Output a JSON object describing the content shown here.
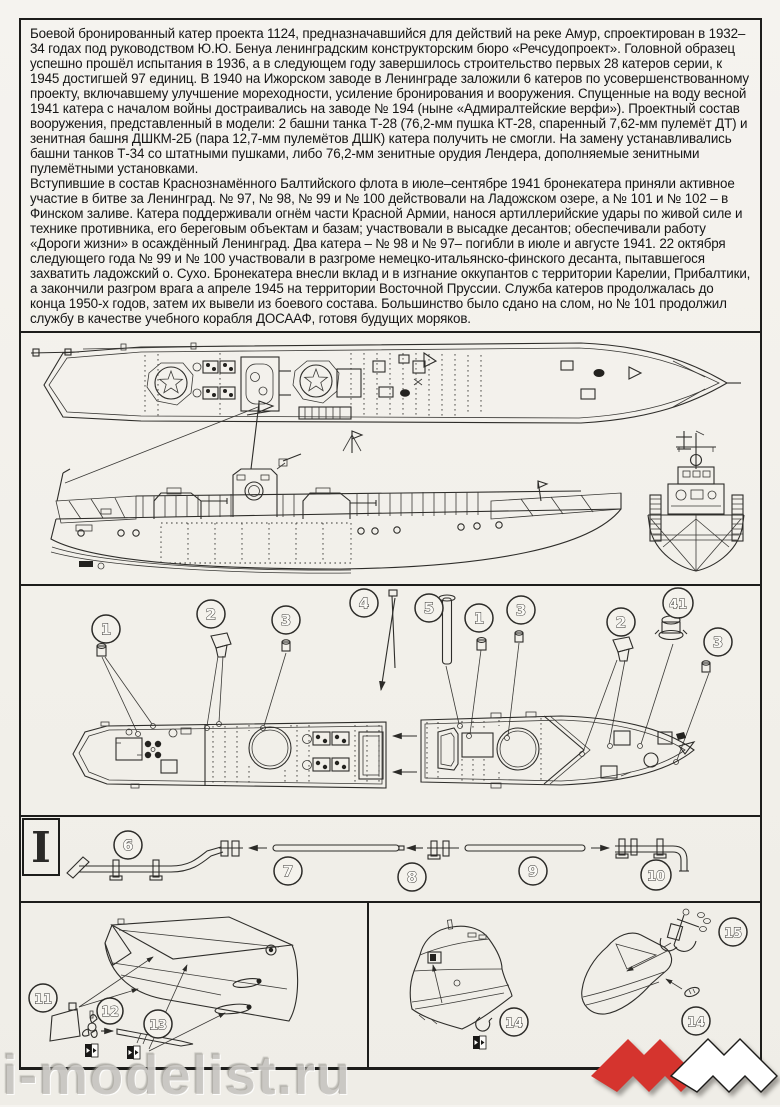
{
  "article": {
    "p1": "Боевой бронированный катер проекта 1124, предназначавшийся для действий на реке Амур, спроектирован в 1932–34 годах под руководством Ю.Ю. Бенуа ленинградским конструкторским бюро «Речсудопроект». Головной образец успешно прошёл испытания в 1936, а в следующем году завершилось строительство первых 28 катеров серии, к 1945 достигшей 97 единиц. В 1940 на Ижорском заводе в Ленинграде заложили 6 катеров по усовершенствованному проекту, включавшему улучшение мореходности, усиление бронирования и вооружения. Спущенные на воду весной 1941 катера с началом войны достраивались на заводе № 194 (ныне «Адмиралтейские верфи»). Проектный состав вооружения, представленный в модели: 2 башни танка Т-28 (76,2-мм пушка КТ-28, спаренный 7,62-мм пулемёт ДТ) и зенитная башня ДШКМ-2Б (пара 12,7-мм пулемётов ДШК) катера получить не смогли. На замену устанавливались башни танков Т-34 со штатными пушками, либо 76,2-мм зенитные орудия Лендера, дополняемые зенитными пулемётными установками.",
    "p2": "Вступившие в состав Краснознамённого Балтийского флота в июле–сентябре 1941 бронекатера приняли активное участие в битве за Ленинград. № 97, № 98, № 99 и № 100 действовали на Ладожском озере, а № 101 и № 102 – в Финском заливе. Катера поддерживали огнём части Красной Армии, нанося артиллерийские удары по живой силе и технике противника, его береговым объектам и базам; участвовали в высадке десантов; обеспечивали работу «Дороги жизни» в осаждённый Ленинград. Два катера – № 98 и № 97– погибли в июле и августе 1941. 22 октября следующего года № 99 и № 100 участвовали в разгроме немецко-итальянско-финского десанта, пытавшегося захватить ладожский о. Сухо. Бронекатера внесли вклад и в изгнание оккупантов с территории Карелии, Прибалтики, а закончили разгром врага а апреле 1945 на территории Восточной Пруссии. Служба катеров продолжалась до конца 1950-х годов, затем их вывели из боевого состава. Большинство было сдано на слом, но № 101 продолжил службу в качестве учебного корабля ДОСААФ, готовя будущих моряков."
  },
  "parts": {
    "callouts": [
      {
        "n": "1"
      },
      {
        "n": "2"
      },
      {
        "n": "3"
      },
      {
        "n": "4"
      },
      {
        "n": "5"
      },
      {
        "n": "1"
      },
      {
        "n": "3"
      },
      {
        "n": "2"
      },
      {
        "n": "41"
      },
      {
        "n": "3"
      }
    ]
  },
  "step1": {
    "label": "I",
    "callouts": [
      {
        "n": "6"
      },
      {
        "n": "7"
      },
      {
        "n": "8"
      },
      {
        "n": "9"
      },
      {
        "n": "10"
      }
    ]
  },
  "bottom": {
    "left_callouts": [
      {
        "n": "11"
      },
      {
        "n": "12"
      },
      {
        "n": "13"
      }
    ],
    "right_callouts": [
      {
        "n": "14"
      },
      {
        "n": "15"
      },
      {
        "n": "14"
      }
    ]
  },
  "watermark": {
    "text": "i-modelist.ru"
  },
  "logo": {
    "red": "#d5342e",
    "white": "#ffffff",
    "outline": "#1c1b19"
  }
}
